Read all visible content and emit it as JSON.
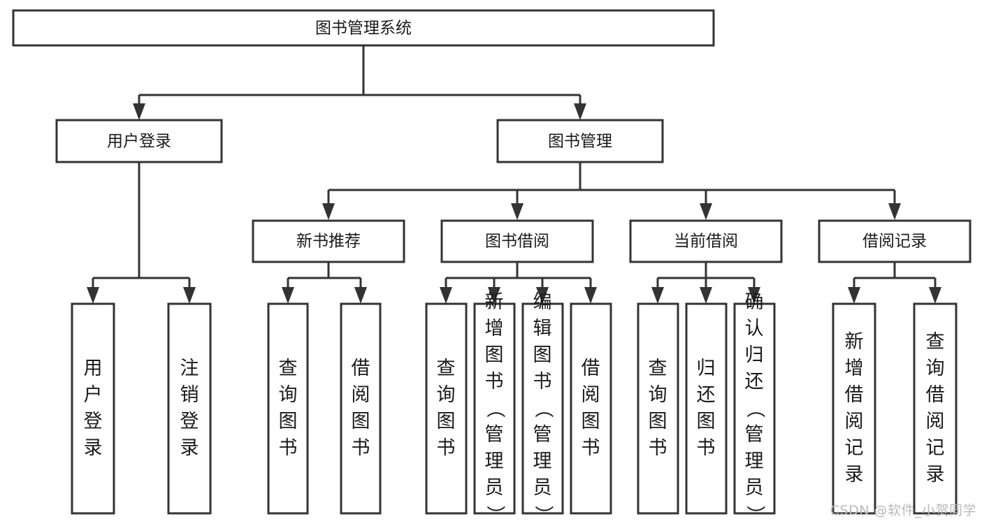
{
  "diagram": {
    "type": "tree-hierarchy",
    "title": "图书管理系统",
    "watermark": "CSDN @软件_小贺同学",
    "colors": {
      "box_stroke": "#333333",
      "box_fill": "#ffffff",
      "text": "#1a1a1a",
      "background": "#ffffff",
      "watermark": "#b9b9b9"
    },
    "nodes": {
      "root": {
        "label": "图书管理系统",
        "level": 0,
        "orientation": "horizontal"
      },
      "n_user_login": {
        "label": "用户登录",
        "level": 1,
        "orientation": "horizontal"
      },
      "n_book_mgmt": {
        "label": "图书管理",
        "level": 1,
        "orientation": "horizontal"
      },
      "n_new_book_rec": {
        "label": "新书推荐",
        "level": 2,
        "orientation": "horizontal"
      },
      "n_book_borrow": {
        "label": "图书借阅",
        "level": 2,
        "orientation": "horizontal"
      },
      "n_current_borrow": {
        "label": "当前借阅",
        "level": 2,
        "orientation": "horizontal"
      },
      "n_borrow_record": {
        "label": "借阅记录",
        "level": 2,
        "orientation": "horizontal"
      },
      "l1": {
        "label": "用户登录",
        "level": 3,
        "orientation": "vertical",
        "parent": "用户登录"
      },
      "l2": {
        "label": "注销登录",
        "level": 3,
        "orientation": "vertical",
        "parent": "用户登录"
      },
      "l3": {
        "label": "查询图书",
        "level": 3,
        "orientation": "vertical",
        "parent": "新书推荐"
      },
      "l4": {
        "label": "借阅图书",
        "level": 3,
        "orientation": "vertical",
        "parent": "新书推荐"
      },
      "l5": {
        "label": "查询图书",
        "level": 3,
        "orientation": "vertical",
        "parent": "图书借阅"
      },
      "l6": {
        "label": "新增图书（管理员）",
        "level": 3,
        "orientation": "vertical",
        "parent": "图书借阅"
      },
      "l7": {
        "label": "编辑图书（管理员）",
        "level": 3,
        "orientation": "vertical",
        "parent": "图书借阅"
      },
      "l8": {
        "label": "借阅图书",
        "level": 3,
        "orientation": "vertical",
        "parent": "图书借阅"
      },
      "l9": {
        "label": "查询图书",
        "level": 3,
        "orientation": "vertical",
        "parent": "当前借阅"
      },
      "l10": {
        "label": "归还图书",
        "level": 3,
        "orientation": "vertical",
        "parent": "当前借阅"
      },
      "l11": {
        "label": "确认归还（管理员）",
        "level": 3,
        "orientation": "vertical",
        "parent": "当前借阅"
      },
      "l12": {
        "label": "新增借阅记录",
        "level": 3,
        "orientation": "vertical",
        "parent": "借阅记录"
      },
      "l13": {
        "label": "查询借阅记录",
        "level": 3,
        "orientation": "vertical",
        "parent": "借阅记录"
      }
    }
  }
}
